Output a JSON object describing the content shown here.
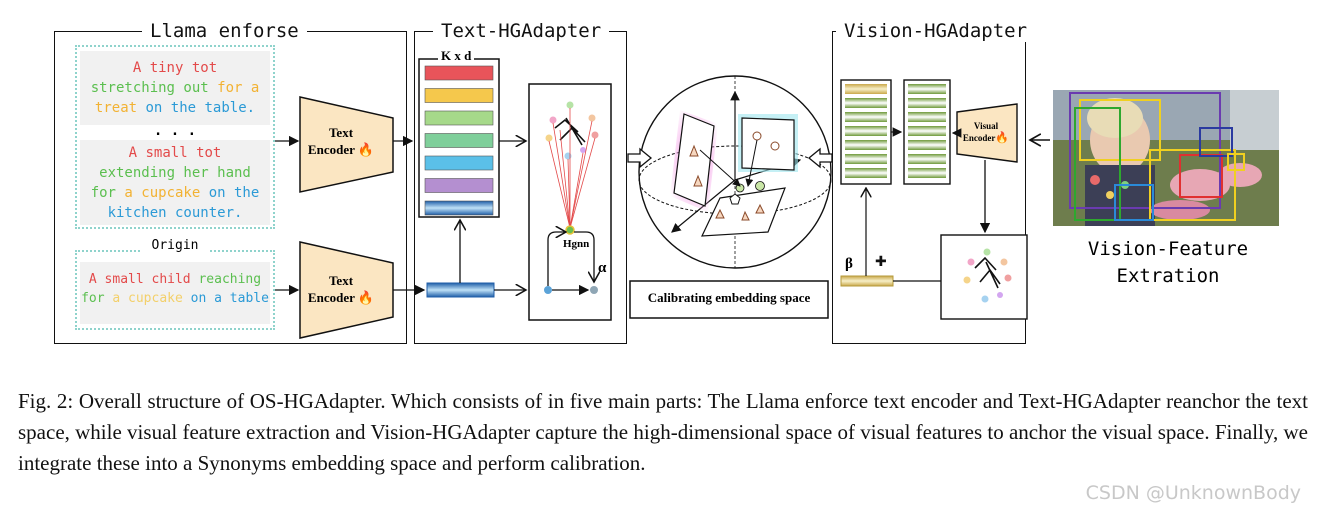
{
  "panels": {
    "llama": "Llama enforse",
    "text_hg": "Text-HGAdapter",
    "vision_hg": "Vision-HGAdapter"
  },
  "llama_box": {
    "line1": "A tiny tot",
    "line2_a": "stretching out ",
    "line2_b": "for a",
    "line3_a": "treat",
    "line3_b": " on the table.",
    "ellipsis": ". . .",
    "line4": "A small tot",
    "line5": "extending her hand",
    "line6_a": "for ",
    "line6_b": "a cupcake",
    "line6_c": " on the",
    "line7": "kitchen counter.",
    "origin_label": "Origin",
    "origin_line1_a": "A small child ",
    "origin_line1_b": "reaching",
    "origin_line2_a": "for ",
    "origin_line2_b": "a cupcake",
    "origin_line2_c": " on a table"
  },
  "text_encoder": {
    "line1": "Text",
    "line2": "Encoder",
    "flame": "🔥"
  },
  "kxd_label": "K x d",
  "embedding_colors": [
    "#e8545a",
    "#f5c84c",
    "#a6d98a",
    "#7fcf9a",
    "#5bc0e8",
    "#b48fd0",
    "#2a6fb8"
  ],
  "hgnn_label": "Hgnn",
  "alpha_label": "α",
  "calib_label": "Calibrating embedding space",
  "visual_encoder": {
    "line1": "Visual",
    "line2": "Encoder",
    "flame": "🔥"
  },
  "beta_label": "β",
  "plus_label": "✚",
  "vision_feature": {
    "line1": "Vision-Feature",
    "line2": "Extration"
  },
  "caption": "Fig. 2: Overall structure of OS-HGAdapter. Which consists of in five main parts: The Llama enforce text encoder and Text-HGAdapter reanchor the text space, while visual feature extraction and Vision-HGAdapter capture the high-dimensional space of visual features to anchor the visual space. Finally, we integrate these into a Synonyms embedding space and perform calibration.",
  "watermark": "CSDN @UnknownBody",
  "colors": {
    "dotted_border": "#8fd3cc",
    "encoder_fill": "#fbe6c2",
    "feature_green": "#7ea24a",
    "feature_yellow": "#d9c36a"
  }
}
